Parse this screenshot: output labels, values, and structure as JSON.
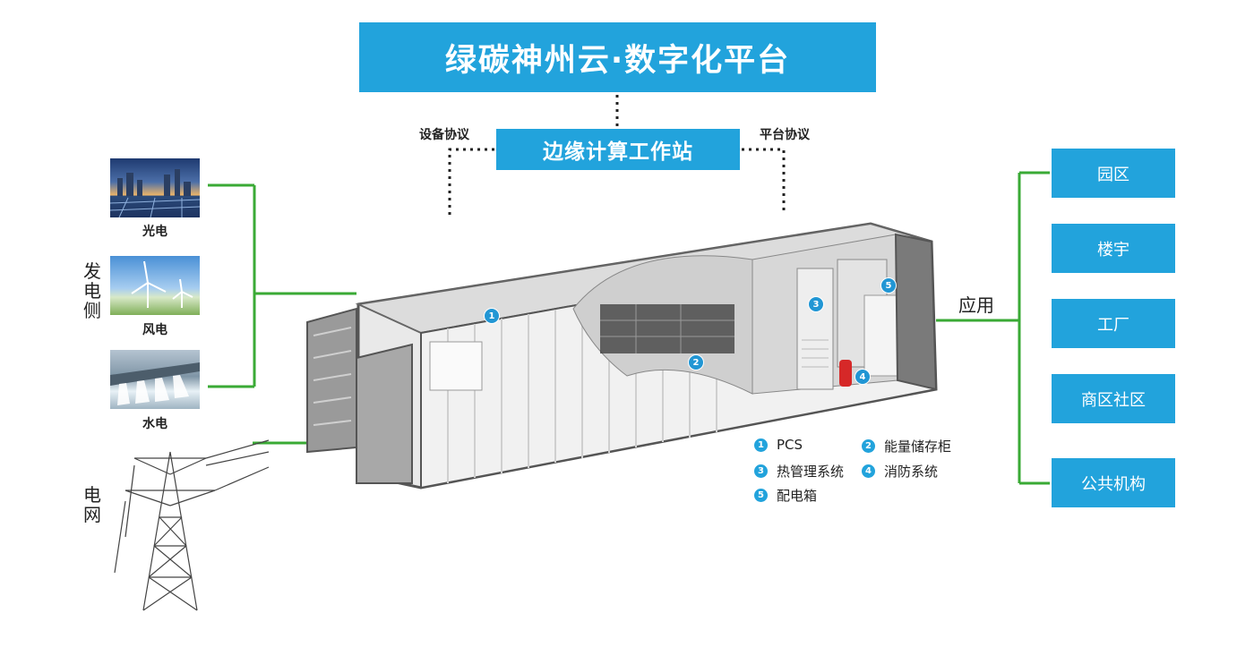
{
  "header": {
    "title": "绿碳神州云·数字化平台"
  },
  "edge": {
    "title": "边缘计算工作站",
    "left_protocol": "设备协议",
    "right_protocol": "平台协议"
  },
  "generation": {
    "group_label": "发电侧",
    "sources": [
      {
        "label": "光电",
        "icon": "solar-panel-image"
      },
      {
        "label": "风电",
        "icon": "wind-turbine-image"
      },
      {
        "label": "水电",
        "icon": "hydro-dam-image"
      }
    ]
  },
  "grid": {
    "label": "电网",
    "icon": "power-tower-image"
  },
  "application": {
    "label": "应用",
    "items": [
      "园区",
      "楼宇",
      "工厂",
      "商区社区",
      "公共机构"
    ]
  },
  "legend": {
    "items": [
      {
        "num": "1",
        "label": "PCS"
      },
      {
        "num": "2",
        "label": "能量储存柜"
      },
      {
        "num": "3",
        "label": "热管理系统"
      },
      {
        "num": "4",
        "label": "消防系统"
      },
      {
        "num": "5",
        "label": "配电箱"
      }
    ]
  },
  "colors": {
    "accent_blue": "#22a3dc",
    "connector_green": "#3aaa35",
    "container_gray": "#5a5a5a"
  }
}
